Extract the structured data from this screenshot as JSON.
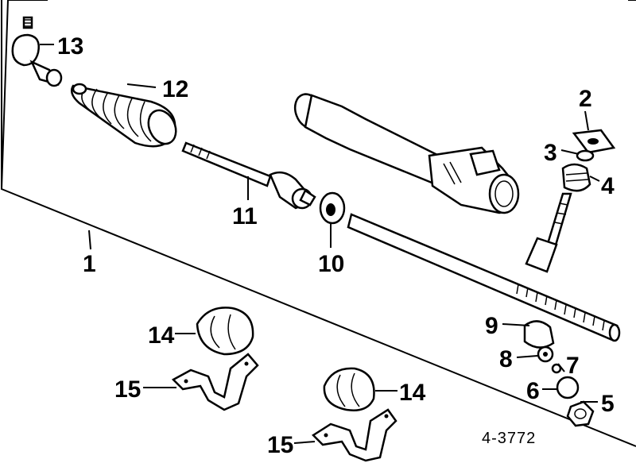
{
  "diagram": {
    "reference_code": "4-3772",
    "callouts": {
      "c1": "1",
      "c2": "2",
      "c3": "3",
      "c4": "4",
      "c5": "5",
      "c6": "6",
      "c7": "7",
      "c8": "8",
      "c9": "9",
      "c10": "10",
      "c11": "11",
      "c12": "12",
      "c13": "13",
      "c14a": "14",
      "c14b": "14",
      "c15a": "15",
      "c15b": "15"
    }
  }
}
